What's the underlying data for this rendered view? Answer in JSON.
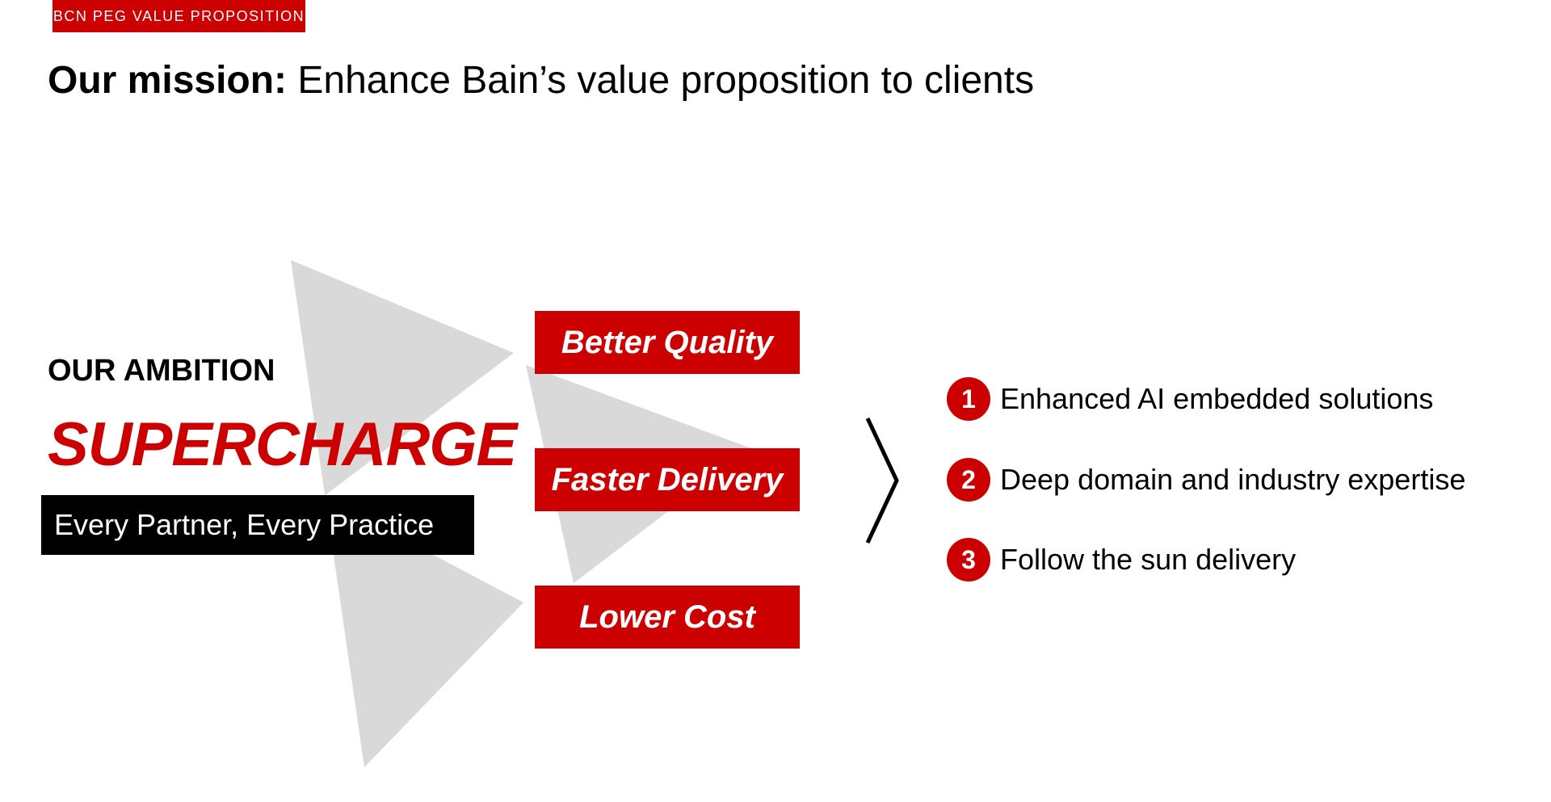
{
  "header": {
    "section_tag": "BCN PEG VALUE PROPOSITION",
    "headline_bold": "Our mission:",
    "headline_rest": "Enhance Bain’s value proposition to clients"
  },
  "ambition": {
    "label": "OUR AMBITION",
    "title": "SUPERCHARGE",
    "subtitle": "Every Partner, Every Practice"
  },
  "benefits": [
    {
      "label": "Better Quality"
    },
    {
      "label": "Faster Delivery"
    },
    {
      "label": "Lower Cost"
    }
  ],
  "pillars": [
    {
      "number": "1",
      "text": "Enhanced AI embedded solutions"
    },
    {
      "number": "2",
      "text": "Deep domain and industry expertise"
    },
    {
      "number": "3",
      "text": "Follow the sun delivery"
    }
  ],
  "colors": {
    "accent_red": "#cc0000",
    "triangle_grey": "#d9d9d9",
    "black": "#000000",
    "white": "#ffffff"
  },
  "icons": {
    "chevron": "chevron-right-icon"
  }
}
